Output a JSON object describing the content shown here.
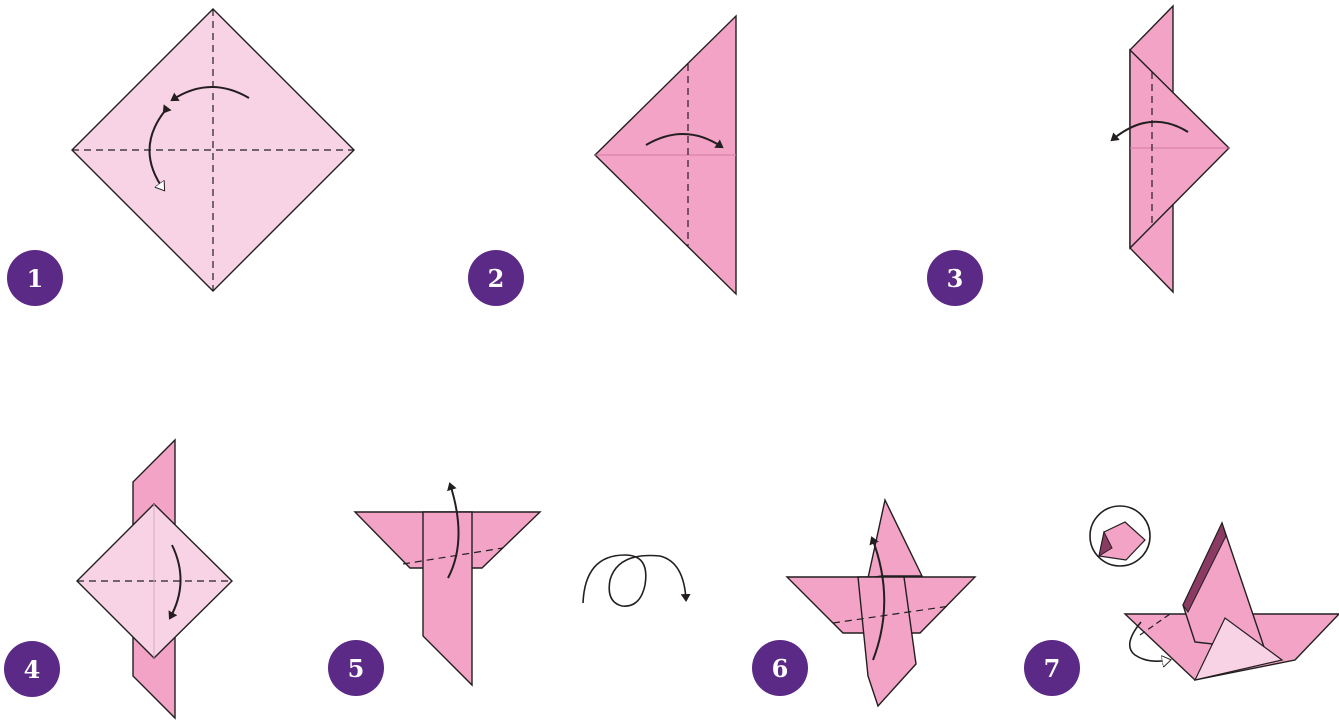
{
  "colors": {
    "paper_light": "#f8d3e5",
    "paper_mid": "#f2a3c6",
    "paper_dark": "#e98fb8",
    "outline": "#231f20",
    "badge": "#5b2a86"
  },
  "steps": [
    {
      "number": "1"
    },
    {
      "number": "2"
    },
    {
      "number": "3"
    },
    {
      "number": "4"
    },
    {
      "number": "5"
    },
    {
      "number": "6"
    },
    {
      "number": "7"
    }
  ]
}
